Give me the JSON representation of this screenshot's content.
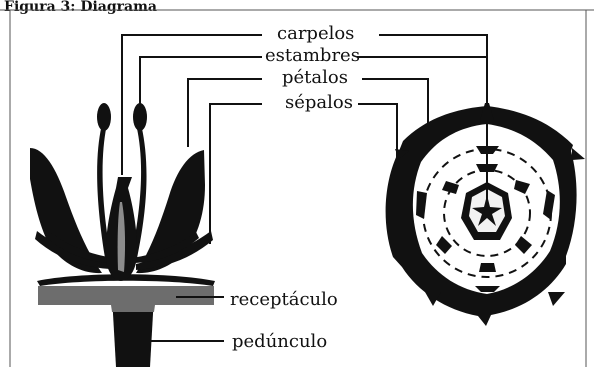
{
  "caption": "Figura 3: Diagrama",
  "labels": {
    "carpelos": "carpelos",
    "estambres": "estambres",
    "petalos": "pétalos",
    "sepalos": "sépalos",
    "receptaculo": "receptáculo",
    "pedunculo": "pedúnculo"
  }
}
